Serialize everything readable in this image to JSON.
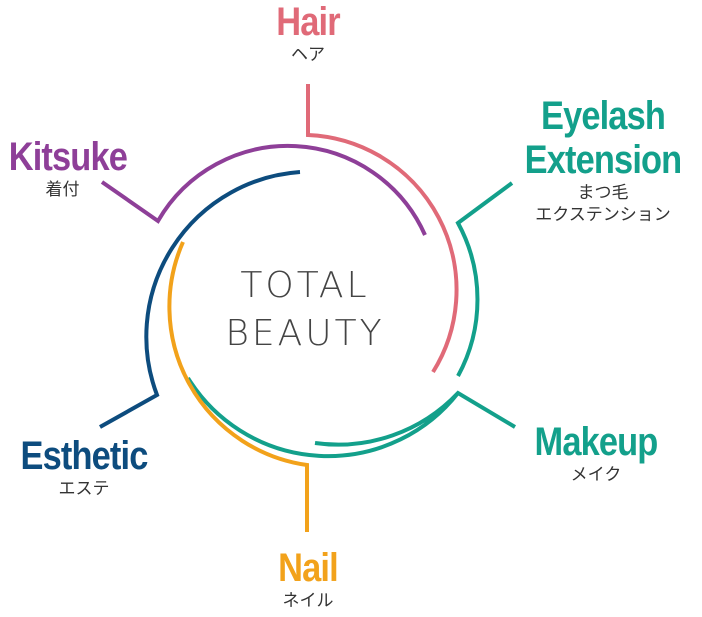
{
  "center": {
    "line1": "TOTAL",
    "line2": "BEAUTY"
  },
  "services": {
    "hair": {
      "en": "Hair",
      "jp": "ヘア",
      "color": "#e06a78"
    },
    "eyelash": {
      "en1": "Eyelash",
      "en2": "Extension",
      "jp1": "まつ毛",
      "jp2": "エクステンション",
      "color": "#13a08b"
    },
    "makeup": {
      "en": "Makeup",
      "jp": "メイク",
      "color": "#13a08b"
    },
    "nail": {
      "en": "Nail",
      "jp": "ネイル",
      "color": "#f2a21b"
    },
    "esthetic": {
      "en": "Esthetic",
      "jp": "エステ",
      "color": "#0d4c7e"
    },
    "kitsuke": {
      "en": "Kitsuke",
      "jp": "着付",
      "color": "#8e3f98"
    }
  }
}
